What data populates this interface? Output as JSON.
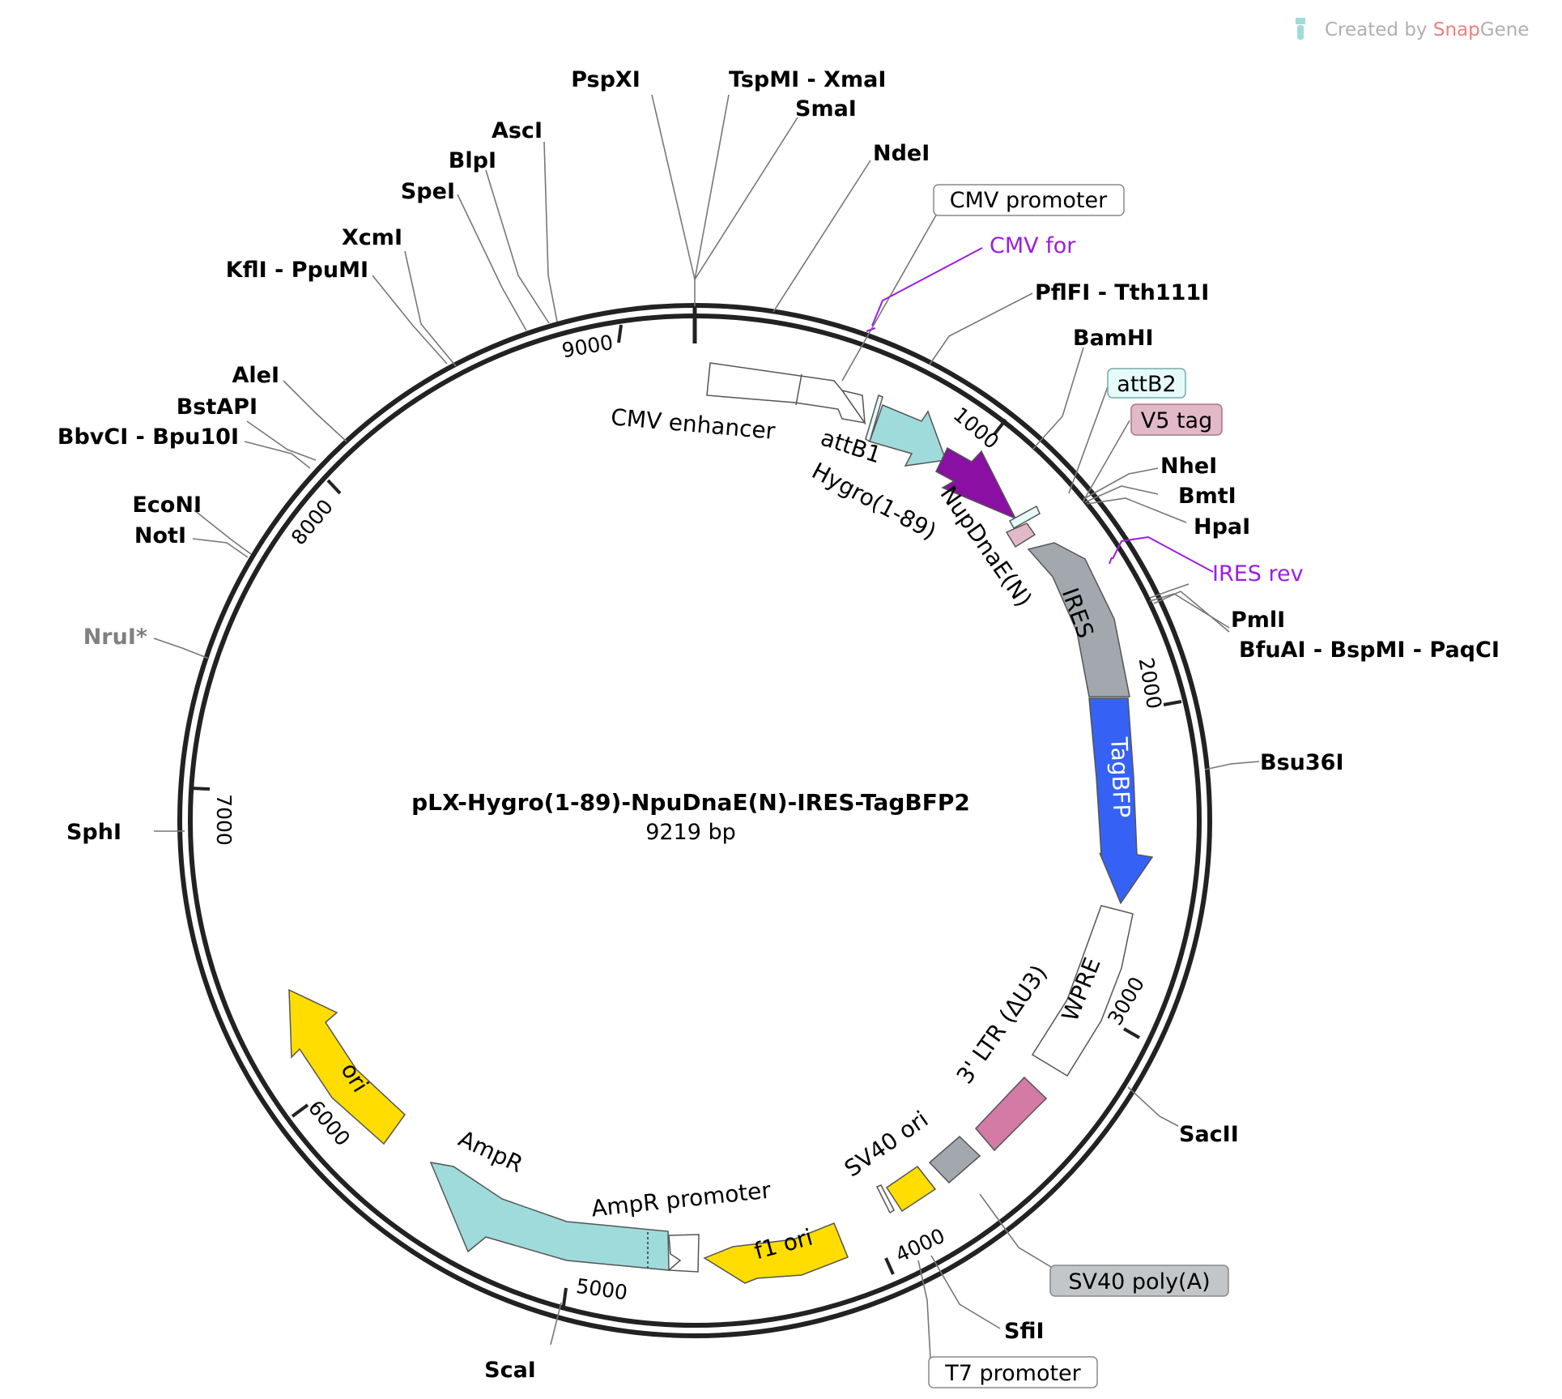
{
  "plasmid": {
    "name": "pLX-Hygro(1-89)-NpuDnaE(N)-IRES-TagBFP2",
    "length_label": "9219 bp",
    "length_bp": 9219
  },
  "brand": {
    "prefix": "Created by ",
    "snap": "Snap",
    "gene": "Gene",
    "icon": "snapgene-logo-icon",
    "snap_color": "#f08080",
    "gene_color": "#b0b0b0"
  },
  "ticks": [
    {
      "label": "1000"
    },
    {
      "label": "2000"
    },
    {
      "label": "3000"
    },
    {
      "label": "4000"
    },
    {
      "label": "5000"
    },
    {
      "label": "6000"
    },
    {
      "label": "7000"
    },
    {
      "label": "8000"
    },
    {
      "label": "9000"
    }
  ],
  "sites": [
    {
      "label": "PspXI",
      "grey": false
    },
    {
      "label": "TspMI - XmaI",
      "grey": false
    },
    {
      "label": "SmaI",
      "grey": false
    },
    {
      "label": "NdeI",
      "grey": false
    },
    {
      "label": "PflFI - Tth111I",
      "grey": false
    },
    {
      "label": "BamHI",
      "grey": false
    },
    {
      "label": "NheI",
      "grey": false
    },
    {
      "label": "BmtI",
      "grey": false
    },
    {
      "label": "HpaI",
      "grey": false
    },
    {
      "label": "PmlI",
      "grey": false
    },
    {
      "label": "BfuAI - BspMI - PaqCI",
      "grey": false
    },
    {
      "label": "Bsu36I",
      "grey": false
    },
    {
      "label": "SacII",
      "grey": false
    },
    {
      "label": "SfiI",
      "grey": false
    },
    {
      "label": "ScaI",
      "grey": false
    },
    {
      "label": "SphI",
      "grey": false
    },
    {
      "label": "NruI*",
      "grey": true
    },
    {
      "label": "EcoNI",
      "grey": false
    },
    {
      "label": "NotI",
      "grey": false
    },
    {
      "label": "BbvCI - Bpu10I",
      "grey": false
    },
    {
      "label": "BstAPI",
      "grey": false
    },
    {
      "label": "AleI",
      "grey": false
    },
    {
      "label": "KflI - PpuMI",
      "grey": false
    },
    {
      "label": "XcmI",
      "grey": false
    },
    {
      "label": "SpeI",
      "grey": false
    },
    {
      "label": "BlpI",
      "grey": false
    },
    {
      "label": "AscI",
      "grey": false
    }
  ],
  "primers": [
    {
      "label": "CMV for"
    },
    {
      "label": "IRES rev"
    }
  ],
  "boxed_features": [
    {
      "label": "CMV promoter",
      "fill": "#ffffff"
    },
    {
      "label": "attB2",
      "fill": "#e6fafa"
    },
    {
      "label": "V5 tag",
      "fill": "#e2b9c8"
    },
    {
      "label": "SV40 poly(A)",
      "fill": "#c3c6c8"
    },
    {
      "label": "T7 promoter",
      "fill": "#ffffff"
    }
  ],
  "features": [
    {
      "label": "CMV enhancer",
      "color": "#ffffff"
    },
    {
      "label": "attB1",
      "color": "#e6fafa"
    },
    {
      "label": "Hygro(1-89)",
      "color": "#9fdbdb"
    },
    {
      "label": "NupDnaE(N)",
      "color": "#8a0fa3"
    },
    {
      "label": "IRES",
      "color": "#a2a8ae"
    },
    {
      "label": "TagBFP",
      "color": "#3562f5"
    },
    {
      "label": "WPRE",
      "color": "#ffffff"
    },
    {
      "label": "3' LTR (ΔU3)",
      "color": "#d37ba4"
    },
    {
      "label": "SV40 ori",
      "color": "#ffdd00"
    },
    {
      "label": "f1 ori",
      "color": "#ffdd00"
    },
    {
      "label": "AmpR promoter",
      "color": "#ffffff"
    },
    {
      "label": "AmpR",
      "color": "#9fdbdb"
    },
    {
      "label": "ori",
      "color": "#ffdd00"
    }
  ]
}
